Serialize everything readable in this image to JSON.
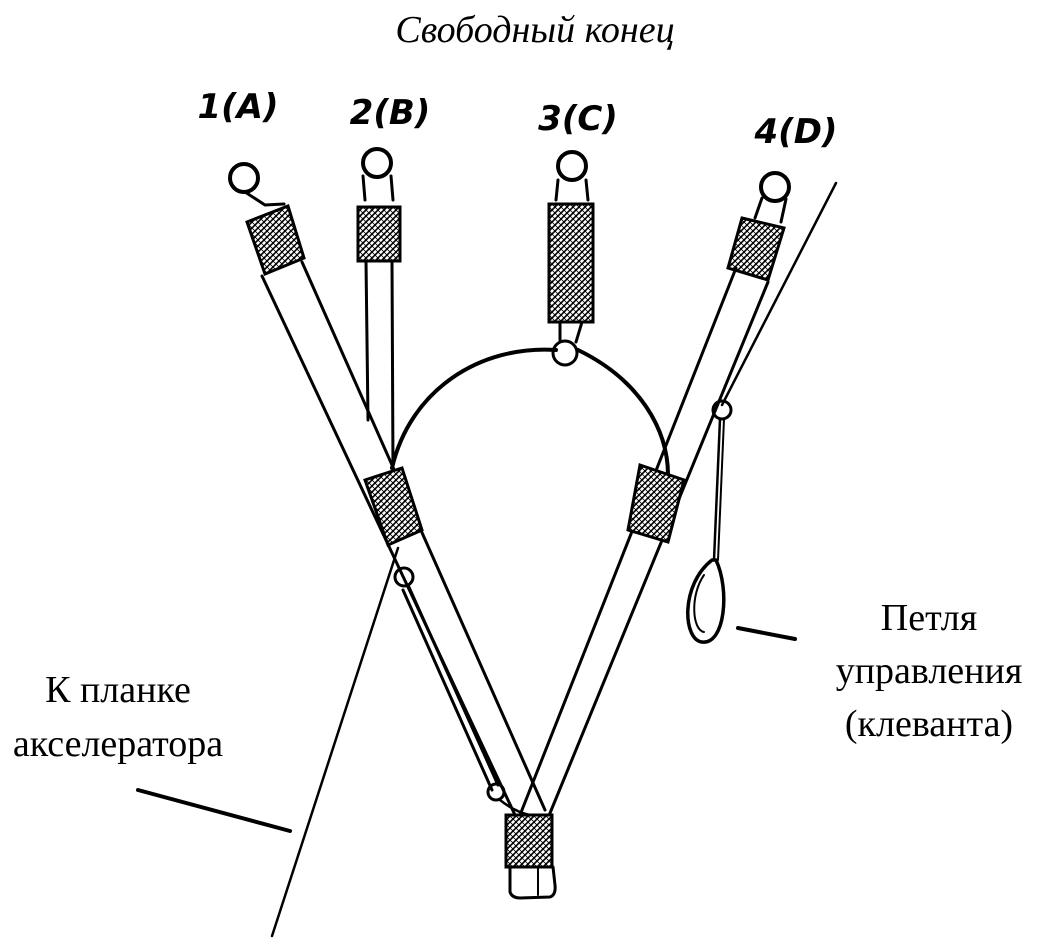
{
  "title": "Свободный конец",
  "risers": [
    {
      "id": "1",
      "label": "1(A)"
    },
    {
      "id": "2",
      "label": "2(B)"
    },
    {
      "id": "3",
      "label": "3(C)"
    },
    {
      "id": "4",
      "label": "4(D)"
    }
  ],
  "labels": {
    "accelerator": [
      "К планке",
      "акселератора"
    ],
    "control_loop": [
      "Петля",
      "управления",
      "(клеванта)"
    ]
  }
}
